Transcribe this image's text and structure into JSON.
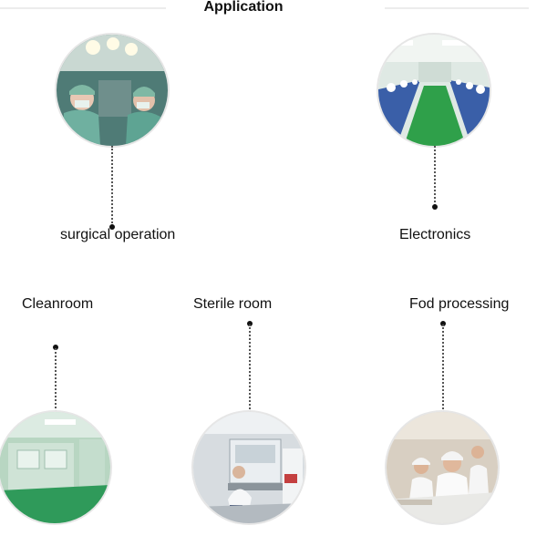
{
  "header": {
    "title": "Application"
  },
  "items": [
    {
      "label": "surgical operation",
      "image": "surgery-photo"
    },
    {
      "label": "Electronics",
      "image": "electronics-factory-photo"
    },
    {
      "label": "Cleanroom",
      "image": "cleanroom-photo"
    },
    {
      "label": "Sterile room",
      "image": "sterile-room-photo"
    },
    {
      "label": "Fod processing",
      "image": "food-processing-photo"
    }
  ]
}
